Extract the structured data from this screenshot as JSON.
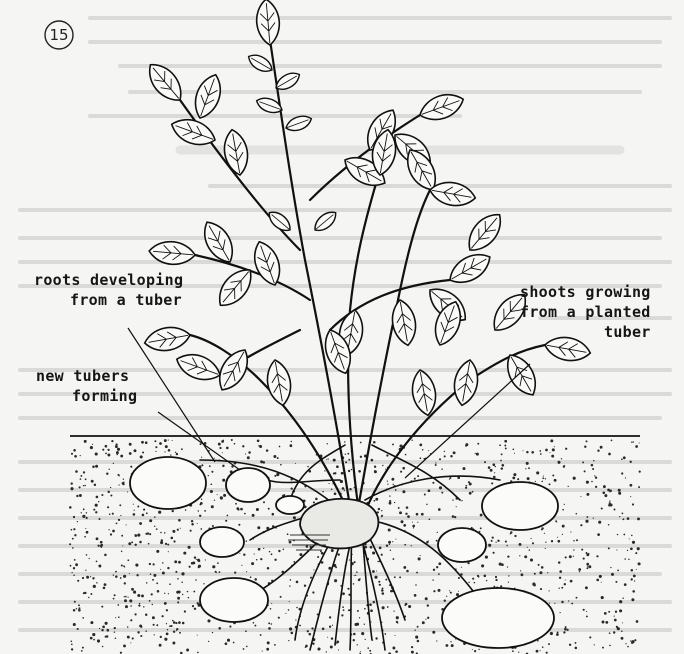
{
  "page_number": "15",
  "labels": {
    "roots": {
      "line1": "roots developing",
      "line2": "from a tuber"
    },
    "tubers": {
      "line1": "new tubers",
      "line2": "forming"
    },
    "shoots": {
      "line1": "shoots growing",
      "line2": "from a planted",
      "line3": "tuber"
    }
  },
  "colors": {
    "ink": "#161616",
    "paper": "#f5f5f3",
    "bleed": "#c8c8c6"
  },
  "icons": {
    "page_number": "circled-number-icon"
  }
}
